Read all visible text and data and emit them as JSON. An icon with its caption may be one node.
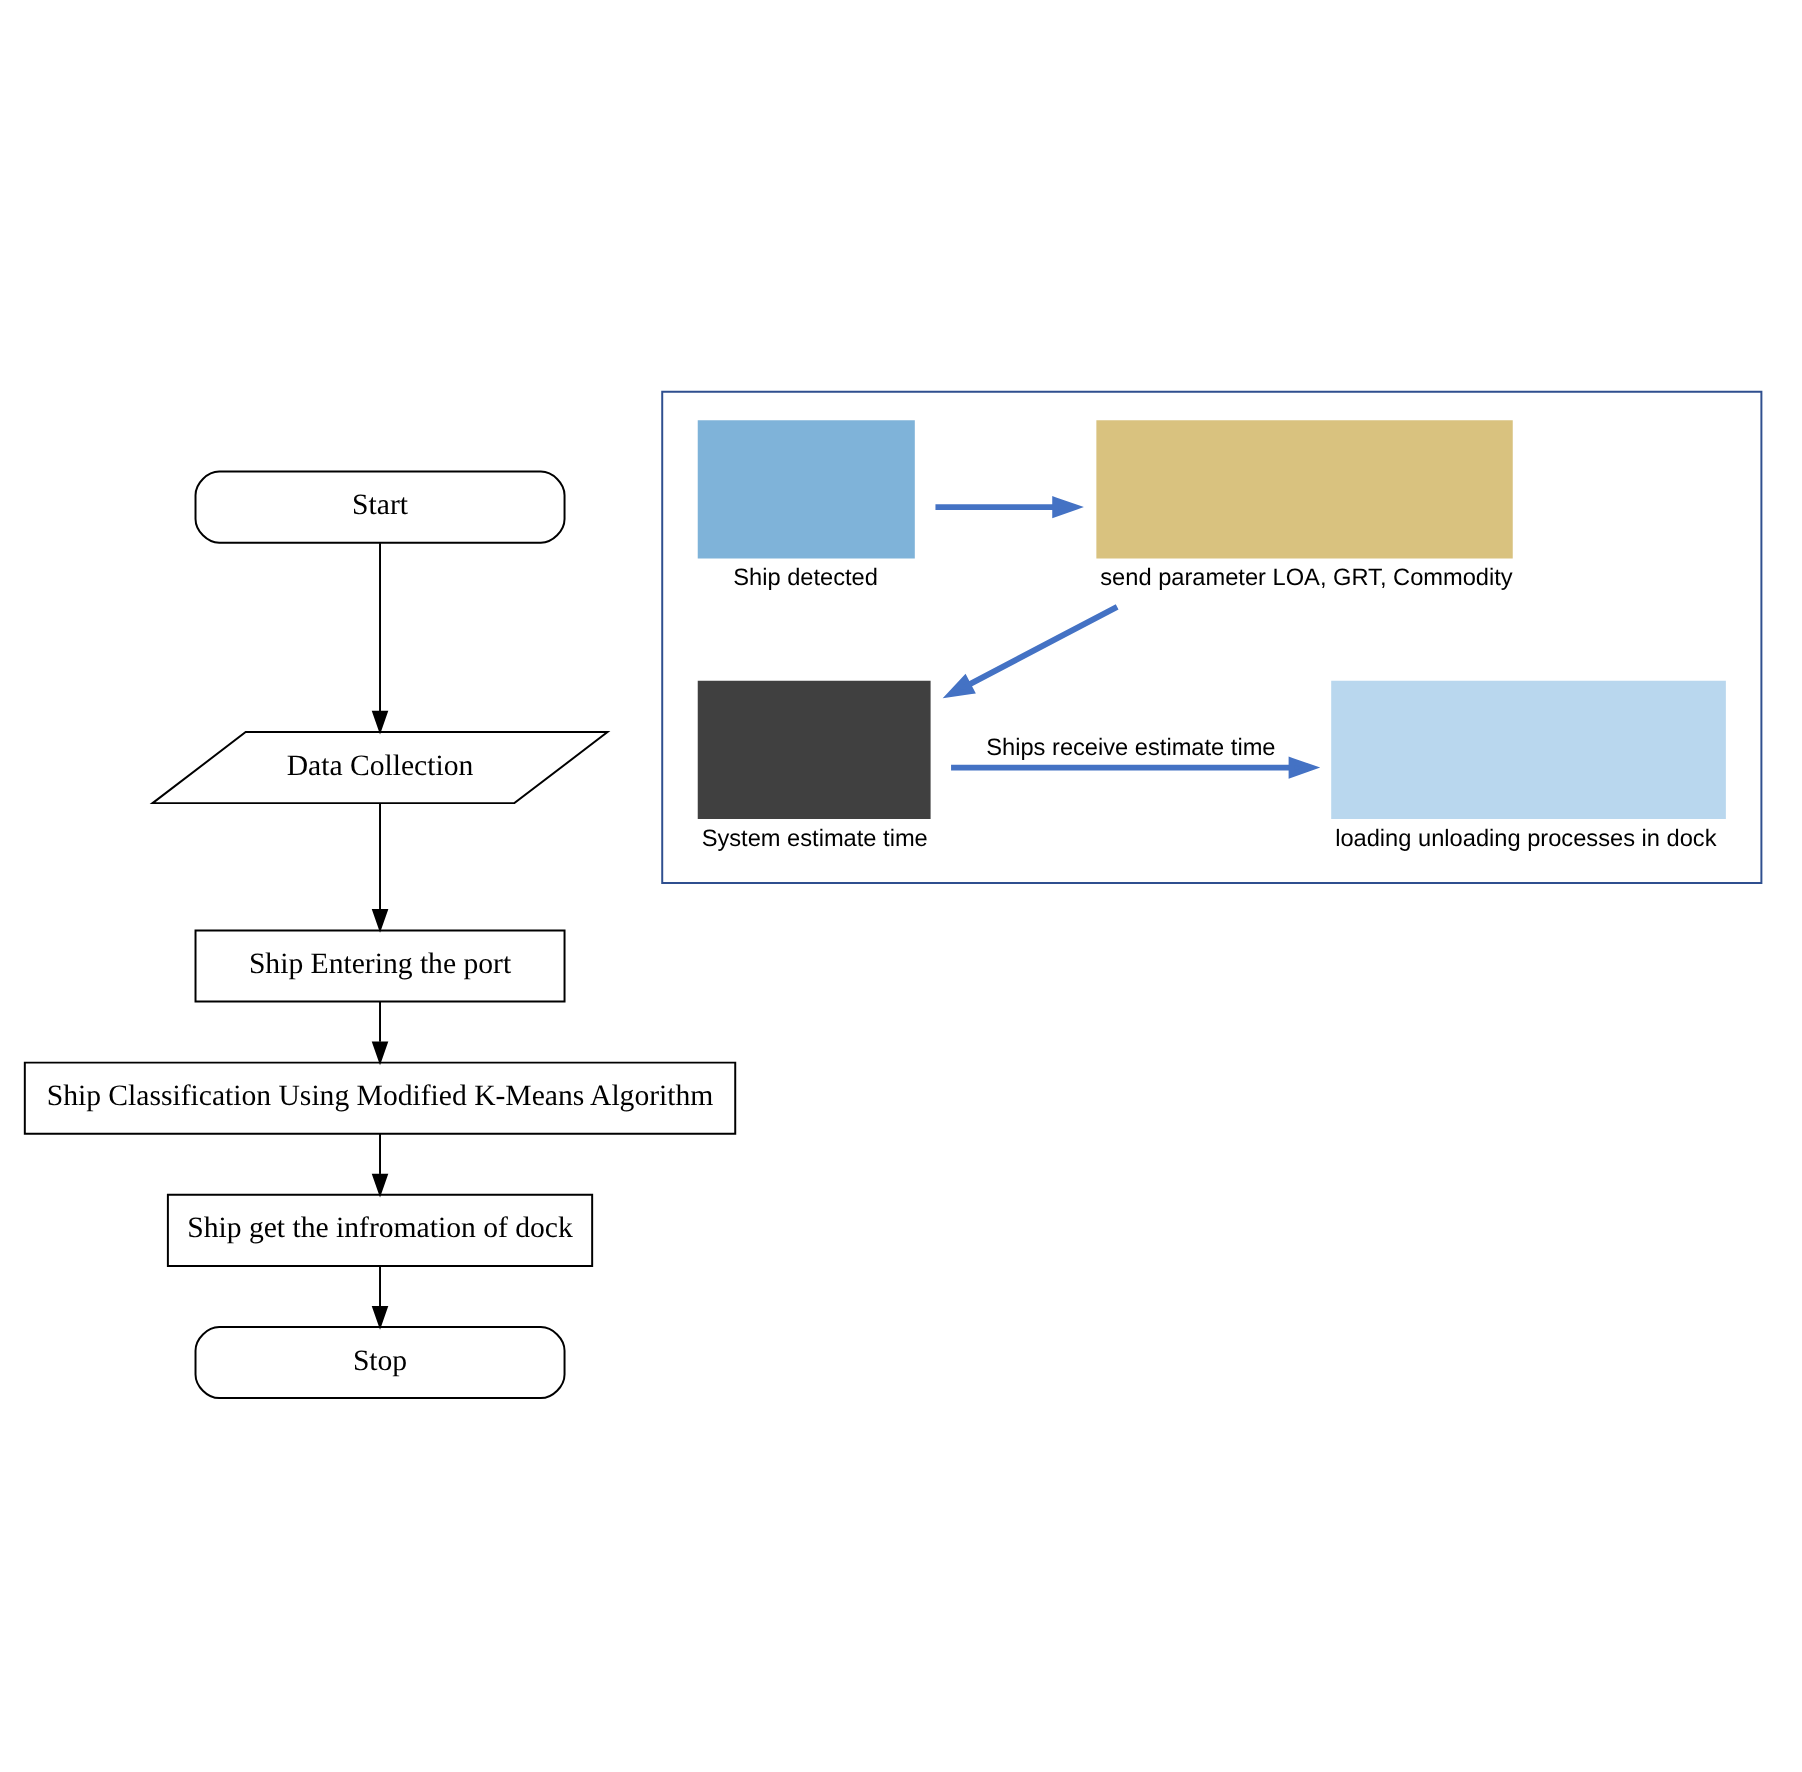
{
  "diagram": {
    "nodes": [
      {
        "text": [
          "Start"
        ]
      },
      {
        "text": [
          "Data Collection"
        ]
      },
      {
        "text": [
          "Ship Entering the port"
        ]
      },
      {
        "text": [
          "Ship Classification Using Modified K-Means Algorithm"
        ]
      },
      {
        "text": [
          "Ship get the infromation of dock"
        ]
      },
      {
        "text": [
          "Stop"
        ]
      },
      {
        "text": [],
        "shape": "box"
      },
      {
        "text": [],
        "shape": "box",
        "in": 6,
        "beside": [
          "Ship detected"
        ]
      },
      {
        "text": [],
        "shape": "box",
        "in": 6,
        "beside": [
          "send parameter LOA, GRT, Commodity"
        ]
      },
      {
        "text": [],
        "shape": "box",
        "in": 6,
        "beside": [
          "System estimate time"
        ]
      },
      {
        "text": [],
        "shape": "box",
        "in": 6,
        "beside": [
          "loading unloading processes in dock"
        ]
      }
    ],
    "edges": [
      {
        "from": 0,
        "to": 1,
        "arrow": "to"
      },
      {
        "from": 1,
        "to": 2,
        "arrow": "to"
      },
      {
        "from": 2,
        "to": 3,
        "arrow": "to"
      },
      {
        "from": 3,
        "to": 4,
        "arrow": "to"
      },
      {
        "from": 4,
        "to": 5,
        "arrow": "to"
      },
      {
        "from": 7,
        "to": 8,
        "arrow": "to",
        "style": "thick",
        "color": "#4472c4"
      },
      {
        "from": 8,
        "to": 9,
        "arrow": "to",
        "style": "thick",
        "color": "#4472c4"
      },
      {
        "from": 9,
        "to": 10,
        "arrow": "to",
        "style": "thick",
        "color": "#4472c4",
        "label": "Ships receive estimate time"
      }
    ]
  }
}
